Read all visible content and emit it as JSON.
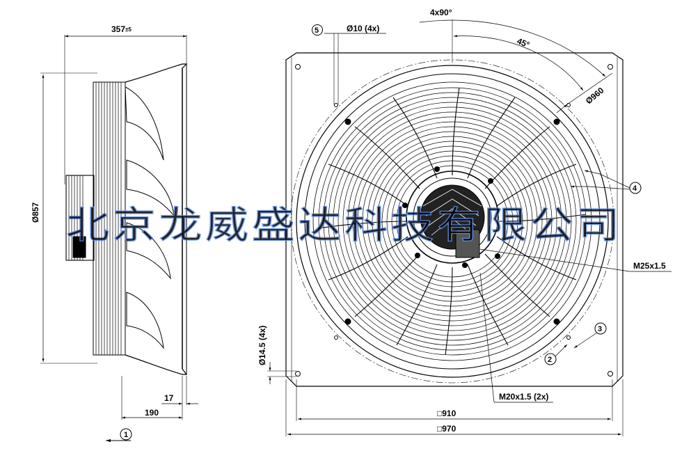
{
  "watermark": "北京龙威盛达科技有限公司",
  "side_view": {
    "dim_depth_value": "357",
    "dim_depth_tol": "±5",
    "dim_height": "Ø857",
    "dim_flange": "17",
    "dim_base": "190",
    "callout_airflow": "1"
  },
  "front_view": {
    "dim_angle_bolts": "4x90°",
    "dim_angle_45": "45°",
    "dim_bolt_circle": "Ø960",
    "dim_hole": "Ø10 (4x)",
    "callout_5": "5",
    "callout_4": "4",
    "callout_3": "3",
    "callout_2": "2",
    "label_m25": "M25x1.5",
    "label_m20": "M20x1.5 (2x)",
    "dim_mount_hole": "Ø14.5 (4x)",
    "dim_910": "□910",
    "dim_970": "□970"
  },
  "colors": {
    "line": "#000000",
    "watermark": "#5f8fe6"
  }
}
